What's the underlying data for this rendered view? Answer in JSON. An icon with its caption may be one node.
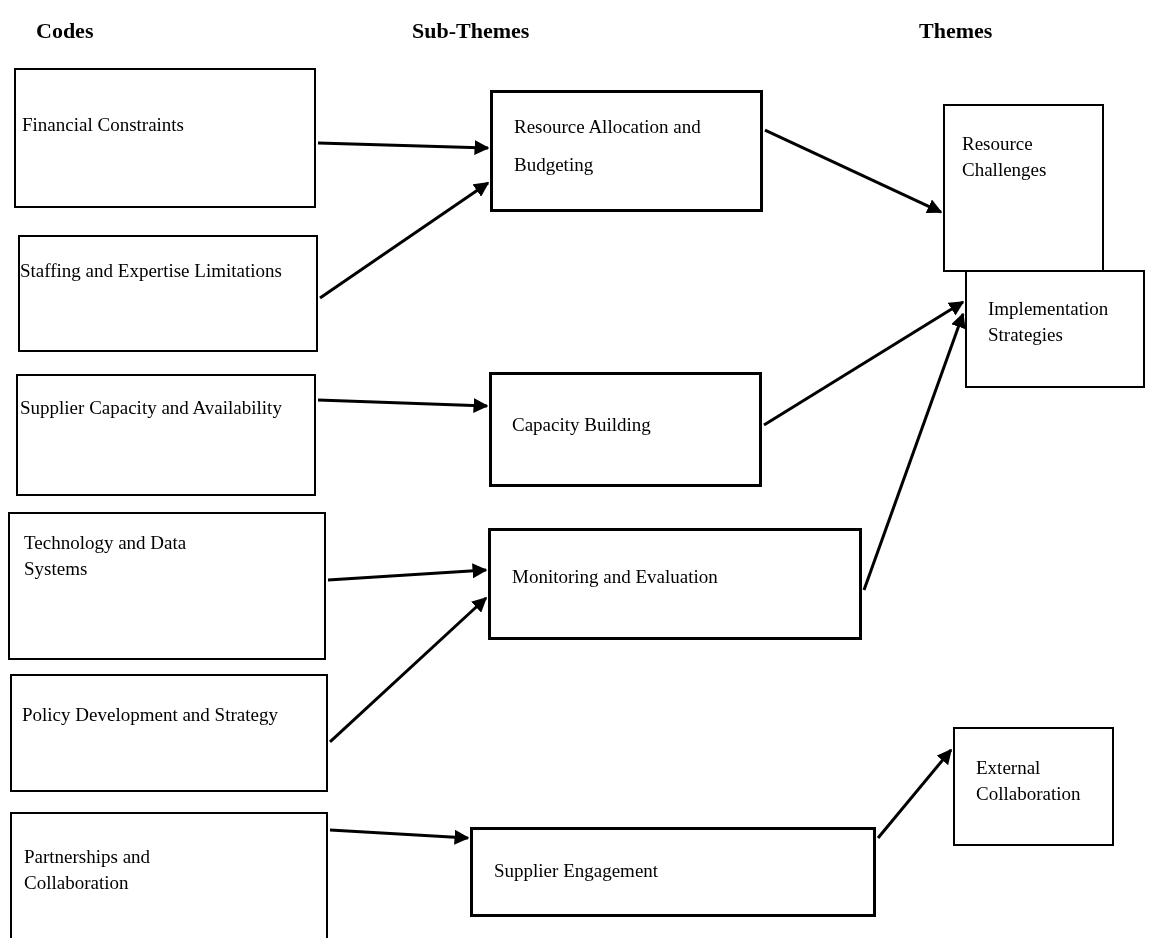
{
  "diagram": {
    "nodes": [
      {
        "text": [
          "Financial Constraints"
        ]
      },
      {
        "text": [
          "Staffing and Expertise Limitations"
        ]
      },
      {
        "text": [
          "Supplier Capacity and Availability"
        ]
      },
      {
        "text": [
          "Technology and Data Systems"
        ]
      },
      {
        "text": [
          "Policy Development and Strategy"
        ]
      },
      {
        "text": [
          "Partnerships and Collaboration"
        ]
      },
      {
        "text": [
          "Resource Allocation and Budgeting"
        ]
      },
      {
        "text": [
          "Capacity Building"
        ]
      },
      {
        "text": [
          "Monitoring and Evaluation"
        ]
      },
      {
        "text": [
          "Supplier Engagement"
        ]
      },
      {
        "text": [
          "Resource Challenges"
        ]
      },
      {
        "text": [
          "Implementation Strategies"
        ]
      },
      {
        "text": [
          "External Collaboration"
        ]
      }
    ],
    "edges": [
      {
        "from": 0,
        "to": 6,
        "arrow": "to"
      },
      {
        "from": 1,
        "to": 6,
        "arrow": "to"
      },
      {
        "from": 2,
        "to": 7,
        "arrow": "to"
      },
      {
        "from": 3,
        "to": 8,
        "arrow": "to"
      },
      {
        "from": 4,
        "to": 8,
        "arrow": "to"
      },
      {
        "from": 5,
        "to": 9,
        "arrow": "to"
      },
      {
        "from": 6,
        "to": 10,
        "arrow": "to"
      },
      {
        "from": 7,
        "to": 11,
        "arrow": "to"
      },
      {
        "from": 8,
        "to": 11,
        "arrow": "to"
      },
      {
        "from": 9,
        "to": 12,
        "arrow": "to"
      }
    ],
    "labels": [
      "Codes",
      "Sub-Themes",
      "Themes"
    ]
  }
}
